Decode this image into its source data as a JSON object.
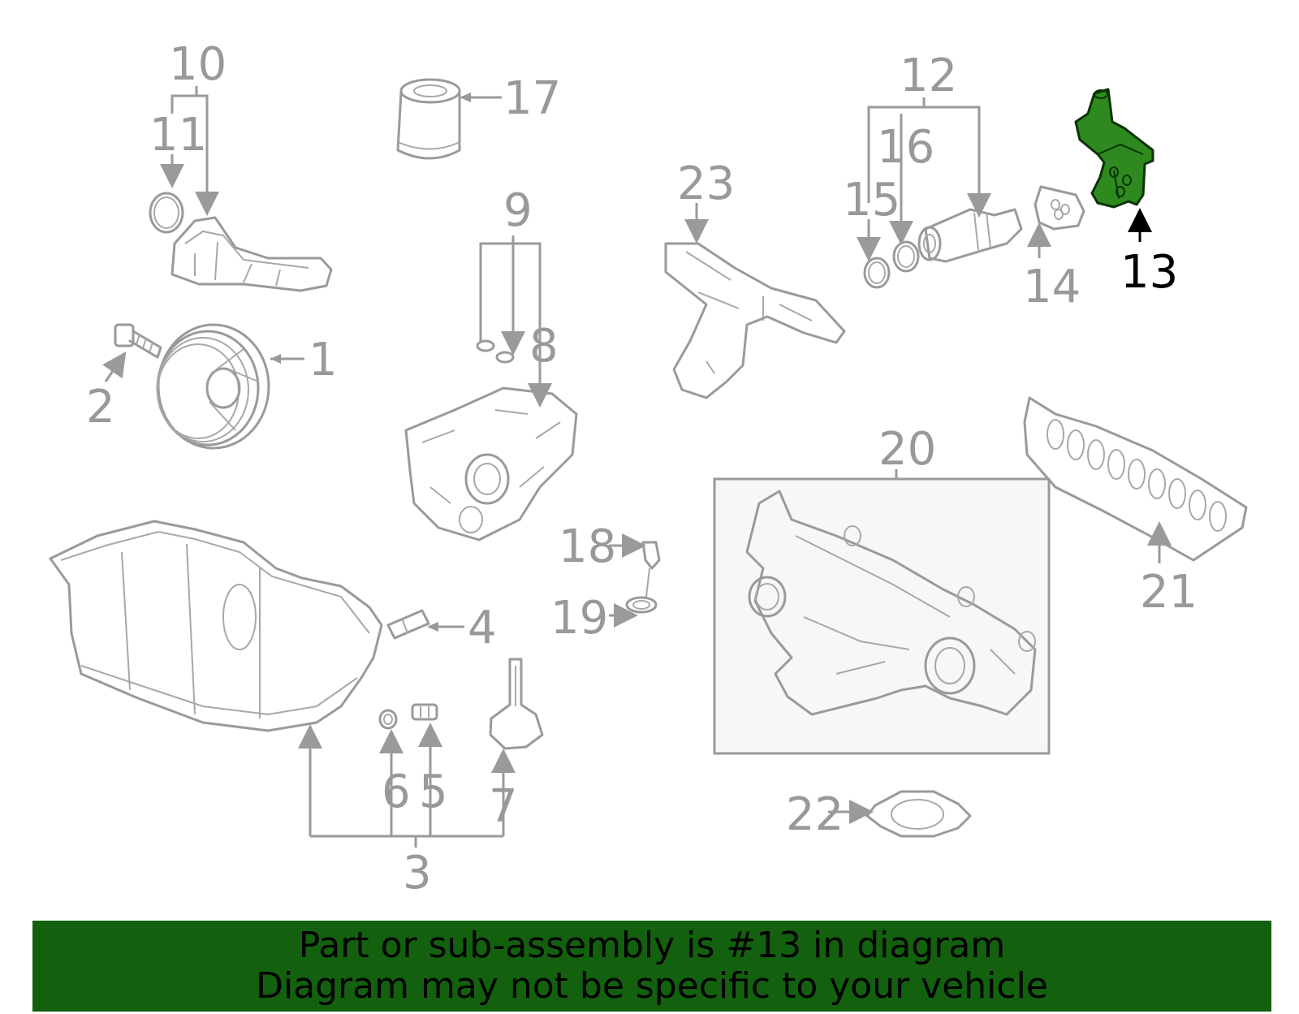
{
  "callouts": {
    "c1": "1",
    "c2": "2",
    "c3": "3",
    "c4": "4",
    "c5": "5",
    "c6": "6",
    "c7": "7",
    "c8": "8",
    "c9": "9",
    "c10": "10",
    "c11": "11",
    "c12": "12",
    "c13": "13",
    "c14": "14",
    "c15": "15",
    "c16": "16",
    "c17": "17",
    "c18": "18",
    "c19": "19",
    "c20": "20",
    "c21": "21",
    "c22": "22",
    "c23": "23"
  },
  "highlight": {
    "part": "13",
    "color": "#2e8a1e",
    "banner_color": "#13600f"
  },
  "banner": {
    "line1": "Part or sub-assembly is #13 in diagram",
    "line2": "Diagram may not be specific to your vehicle"
  }
}
